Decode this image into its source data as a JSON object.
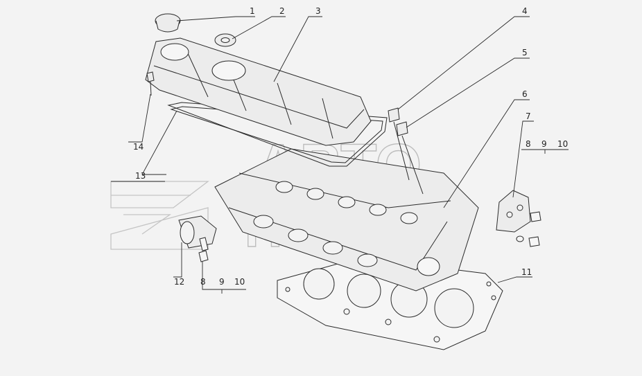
{
  "watermark": {
    "line1": "АВТО",
    "line2": "ТРАНС"
  },
  "callouts": [
    {
      "id": "c1",
      "label": "1"
    },
    {
      "id": "c2",
      "label": "2"
    },
    {
      "id": "c3",
      "label": "3"
    },
    {
      "id": "c4",
      "label": "4"
    },
    {
      "id": "c5",
      "label": "5"
    },
    {
      "id": "c6",
      "label": "6"
    },
    {
      "id": "c7",
      "label": "7"
    },
    {
      "id": "c8a",
      "label": "8"
    },
    {
      "id": "c9a",
      "label": "9"
    },
    {
      "id": "c10a",
      "label": "10"
    },
    {
      "id": "c11",
      "label": "11"
    },
    {
      "id": "c12",
      "label": "12"
    },
    {
      "id": "c8b",
      "label": "8"
    },
    {
      "id": "c9b",
      "label": "9"
    },
    {
      "id": "c10b",
      "label": "10"
    },
    {
      "id": "c13",
      "label": "13"
    },
    {
      "id": "c14",
      "label": "14"
    }
  ]
}
